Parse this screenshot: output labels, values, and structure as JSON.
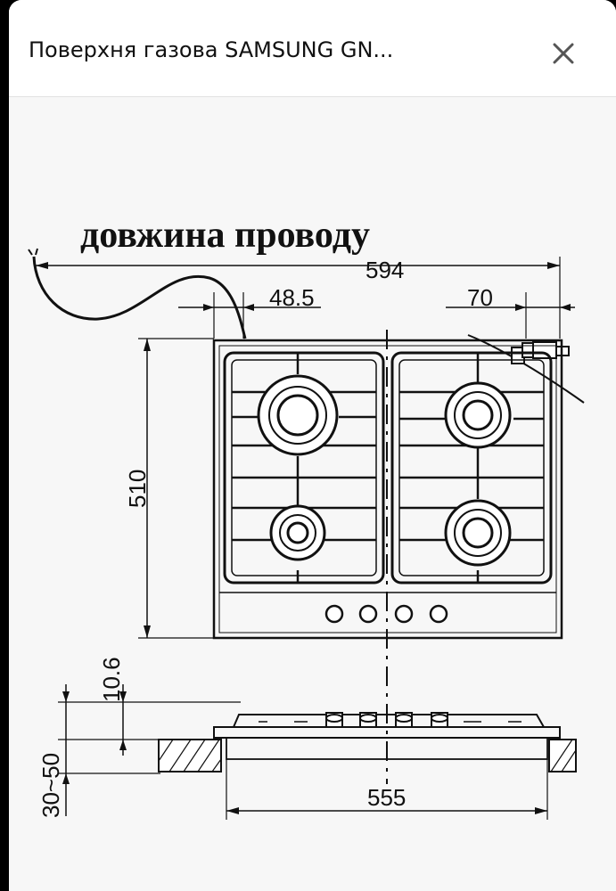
{
  "header": {
    "title": "Поверхня газова SAMSUNG GN...",
    "close_icon": "close-icon"
  },
  "drawing": {
    "caption": "довжина проводу",
    "dimensions": {
      "total_width": "594",
      "left_offset": "48.5",
      "right_offset": "70",
      "depth": "510",
      "cutout_height": "10.6",
      "countertop_thickness": "30~50",
      "cutout_width": "555"
    }
  }
}
